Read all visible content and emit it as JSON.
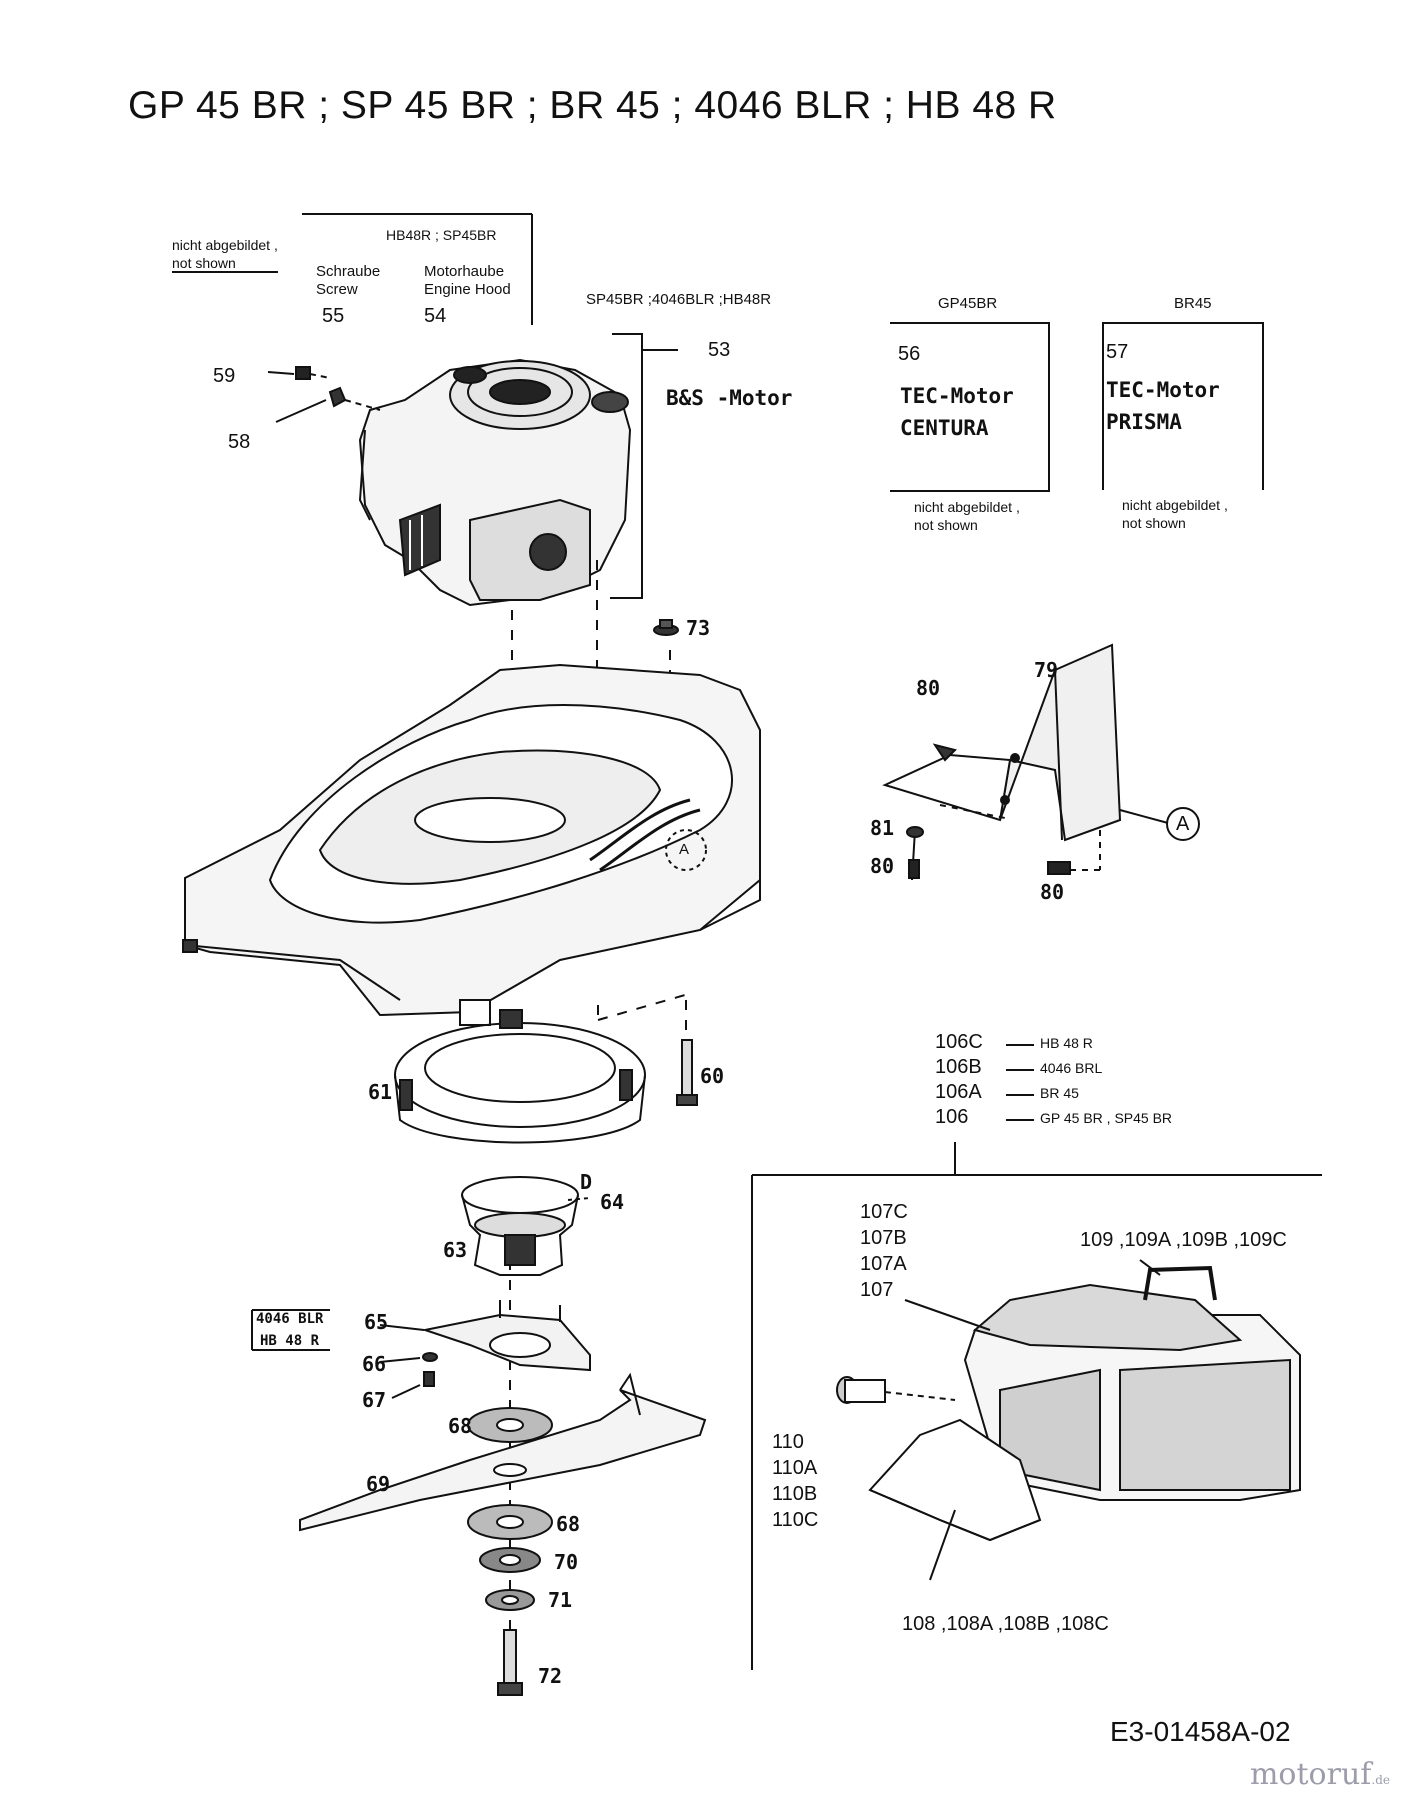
{
  "title": "GP 45 BR ; SP 45 BR ; BR 45 ; 4046 BLR ; HB 48 R",
  "drawing_number": "E3-01458A-02",
  "watermark": {
    "text": "motoruf",
    "suffix": ".de"
  },
  "header_notes": {
    "not_shown_de": "nicht abgebildet ,",
    "not_shown_en": "not shown",
    "models_hood": "HB48R ; SP45BR",
    "screw_de": "Schraube",
    "screw_en": "Screw",
    "hood_de": "Motorhaube",
    "hood_en": "Engine Hood",
    "screw_ref": "55",
    "hood_ref": "54",
    "engine_models": "SP45BR ;4046BLR ;HB48R"
  },
  "engine": {
    "ref": "53",
    "label": "B&S -Motor"
  },
  "boxes": [
    {
      "model": "GP45BR",
      "ref": "56",
      "line1": "TEC-Motor",
      "line2": "CENTURA",
      "note1": "nicht abgebildet ,",
      "note2": "not shown"
    },
    {
      "model": "BR45",
      "ref": "57",
      "line1": "TEC-Motor",
      "line2": "PRISMA",
      "note1": "nicht abgebildet ,",
      "note2": "not shown"
    }
  ],
  "part_refs": {
    "p59": "59",
    "p58": "58",
    "p73": "73",
    "p79": "79",
    "p80a": "80",
    "p81": "81",
    "p80b": "80",
    "p80c": "80",
    "marker": "A",
    "p60": "60",
    "p61": "61",
    "p64": "64",
    "d_mark": "D",
    "p63": "63",
    "p65": "65",
    "p66": "66",
    "p67": "67",
    "p68a": "68",
    "p69": "69",
    "p68b": "68",
    "p70": "70",
    "p71": "71",
    "p72": "72"
  },
  "blade_adapter_models": [
    "4046 BLR",
    "HB 48 R"
  ],
  "grass_bag_variants": [
    {
      "ref": "106C",
      "model": "HB 48 R"
    },
    {
      "ref": "106B",
      "model": "4046 BRL"
    },
    {
      "ref": "106A",
      "model": "BR 45"
    },
    {
      "ref": "106",
      "model": "GP 45 BR , SP45 BR"
    }
  ],
  "bag_refs": {
    "p107": [
      "107C",
      "107B",
      "107A",
      "107"
    ],
    "p109": "109 ,109A ,109B ,109C",
    "p110": [
      "110",
      "110A",
      "110B",
      "110C"
    ],
    "p108": "108 ,108A ,108B ,108C"
  }
}
